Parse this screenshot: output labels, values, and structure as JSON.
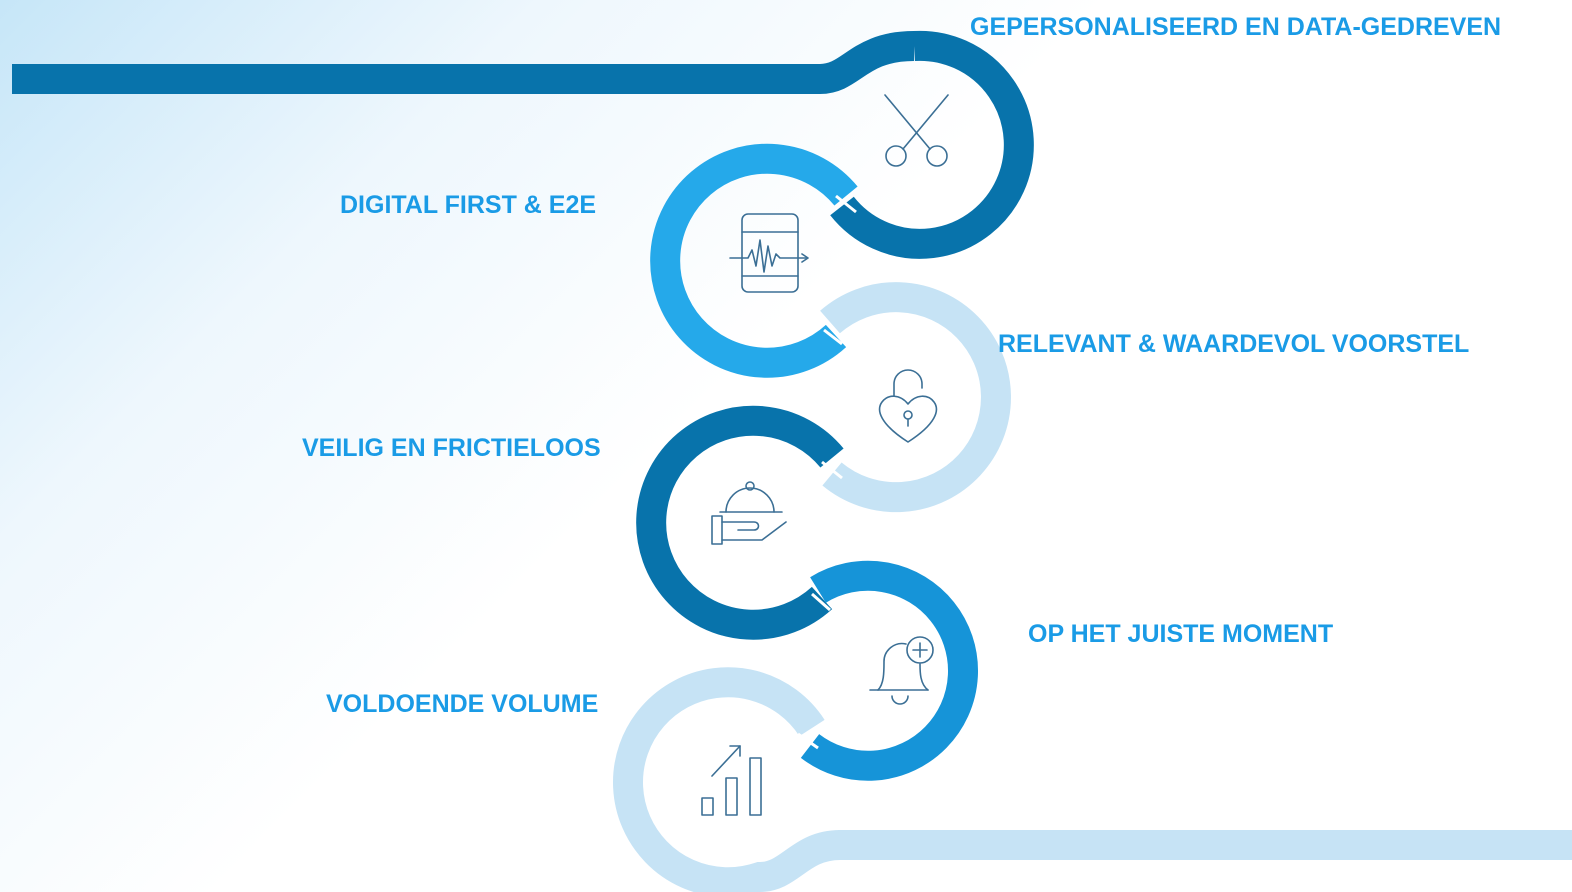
{
  "colors": {
    "label": "#1a9be6",
    "icon": "#3b6f95",
    "dark": "#0873ab",
    "medium": "#25a9ea",
    "light": "#c6e3f5",
    "mid_blue": "#1694d8"
  },
  "steps": [
    {
      "label": "GEPERSONALISEERD EN DATA-GEDREVEN",
      "icon": "scissors-icon",
      "color": "#0873ab"
    },
    {
      "label": "DIGITAL FIRST  &  E2E",
      "icon": "phone-signal-icon",
      "color": "#25a9ea"
    },
    {
      "label": "RELEVANT & WAARDEVOL VOORSTEL",
      "icon": "heart-lock-icon",
      "color": "#c6e3f5"
    },
    {
      "label": "VEILIG EN FRICTIELOOS",
      "icon": "service-cloche-icon",
      "color": "#0873ab"
    },
    {
      "label": "OP HET JUISTE MOMENT",
      "icon": "bell-plus-icon",
      "color": "#1694d8"
    },
    {
      "label": "VOLDOENDE VOLUME",
      "icon": "growth-chart-icon",
      "color": "#c6e3f5"
    }
  ]
}
